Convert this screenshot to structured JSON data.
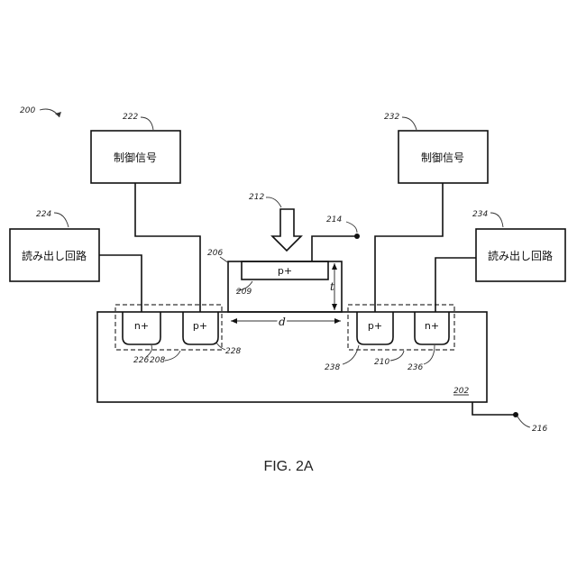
{
  "figure": {
    "caption": "FIG. 2A",
    "control_signal_text": "制御信号",
    "readout_text": "読み出し回路",
    "doping": {
      "p_plus": "p+",
      "n_plus": "n+"
    },
    "dimensions": {
      "distance": "d",
      "thickness": "t"
    },
    "refs": {
      "r200": "200",
      "r202": "202",
      "r206": "206",
      "r208": "208",
      "r209": "209",
      "r210": "210",
      "r212": "212",
      "r214": "214",
      "r216": "216",
      "r222": "222",
      "r224": "224",
      "r226": "226",
      "r228": "228",
      "r232": "232",
      "r234": "234",
      "r236": "236",
      "r238": "238"
    }
  }
}
